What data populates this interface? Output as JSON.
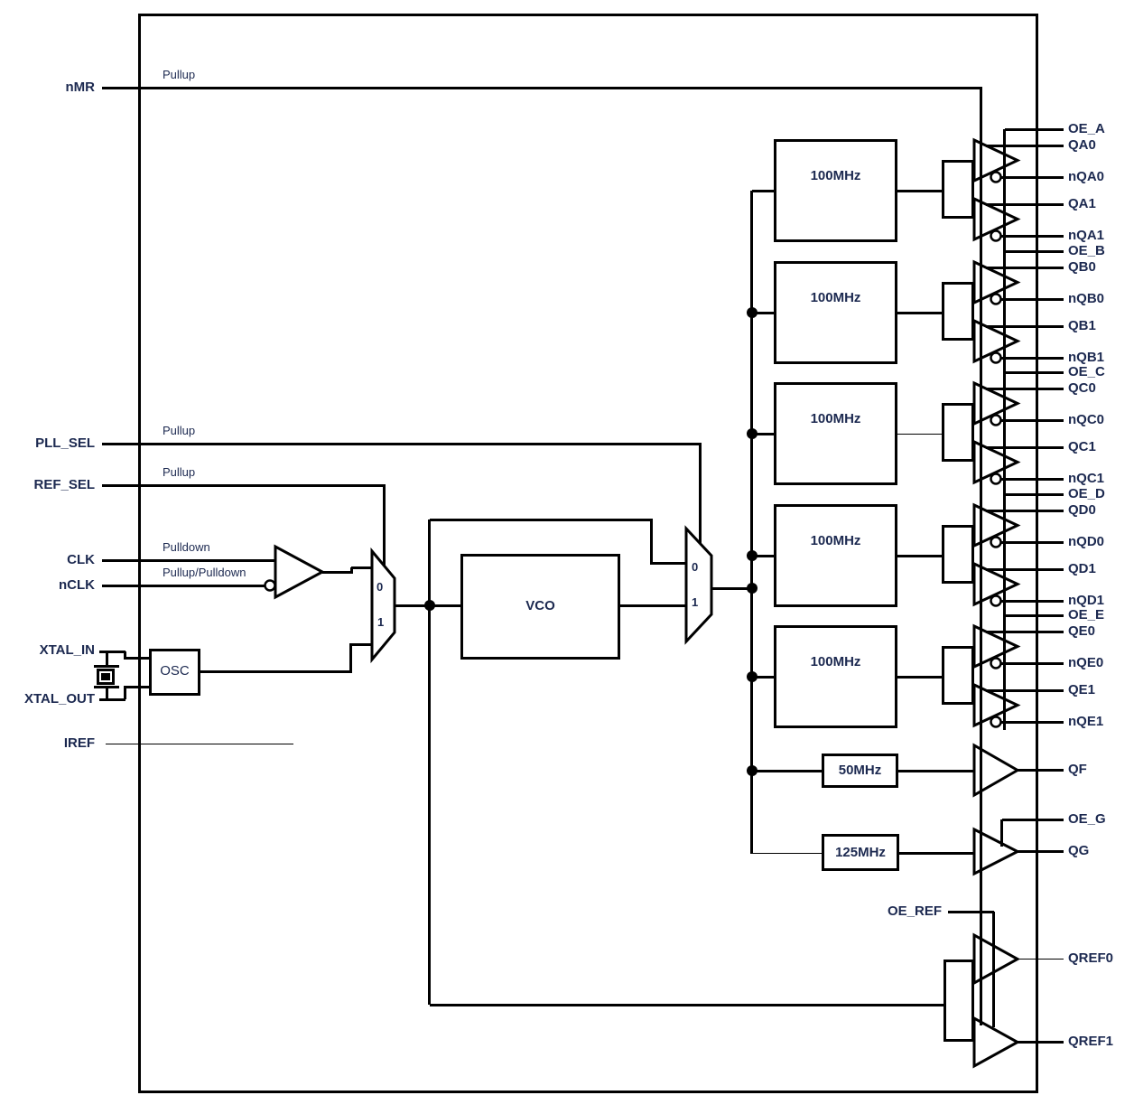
{
  "colors": {
    "line": "#000000",
    "text": "#1c2950",
    "background": "#ffffff"
  },
  "left_pins": [
    {
      "name": "nMR",
      "annotation": "Pullup"
    },
    {
      "name": "PLL_SEL",
      "annotation": "Pullup"
    },
    {
      "name": "REF_SEL",
      "annotation": "Pullup"
    },
    {
      "name": "CLK",
      "annotation": "Pulldown"
    },
    {
      "name": "nCLK",
      "annotation": "Pullup/Pulldown"
    },
    {
      "name": "XTAL_IN",
      "annotation": ""
    },
    {
      "name": "XTAL_OUT",
      "annotation": ""
    },
    {
      "name": "IREF",
      "annotation": ""
    }
  ],
  "blocks": {
    "osc": "OSC",
    "vco": "VCO",
    "div_f": "50MHz",
    "div_g": "125MHz"
  },
  "mux": {
    "input0": "0",
    "input1": "1"
  },
  "output_banks": [
    {
      "divider": "100MHz",
      "oe": "OE_A",
      "q0": "QA0",
      "nq0": "nQA0",
      "q1": "QA1",
      "nq1": "nQA1"
    },
    {
      "divider": "100MHz",
      "oe": "OE_B",
      "q0": "QB0",
      "nq0": "nQB0",
      "q1": "QB1",
      "nq1": "nQB1"
    },
    {
      "divider": "100MHz",
      "oe": "OE_C",
      "q0": "QC0",
      "nq0": "nQC0",
      "q1": "QC1",
      "nq1": "nQC1"
    },
    {
      "divider": "100MHz",
      "oe": "OE_D",
      "q0": "QD0",
      "nq0": "nQD0",
      "q1": "QD1",
      "nq1": "nQD1"
    },
    {
      "divider": "100MHz",
      "oe": "OE_E",
      "q0": "QE0",
      "nq0": "nQE0",
      "q1": "QE1",
      "nq1": "nQE1"
    }
  ],
  "single_outputs": {
    "qf": "QF",
    "oe_g": "OE_G",
    "qg": "QG",
    "oe_ref": "OE_REF",
    "qref0": "QREF0",
    "qref1": "QREF1"
  }
}
